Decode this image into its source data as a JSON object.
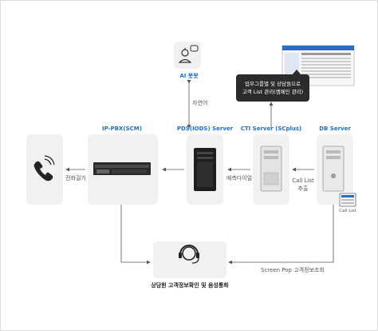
{
  "nodes": {
    "ai_bot": "AI 봇봇",
    "ipx": "IP-PBX(SCM)",
    "pds": "PDS(IODS) Server",
    "cti": "CTI Server (SCplus)",
    "db": "DB Server",
    "agent": "상담원 고객정보확인 및 음성통화"
  },
  "edges": {
    "voice_recognition": "자연어",
    "call_connect": "전화걸기",
    "predictive_dial": "예측다이얼",
    "call_list_extract_1": "Call List",
    "call_list_extract_2": "추출",
    "screen_pop": "Screen Pop 고객정보조회"
  },
  "callout": {
    "line1": "업무그룹별 및 상담원으로",
    "line2": "고객 List 관리(캠페인 관리)"
  },
  "thumb_label": "Call List",
  "colors": {
    "accent": "#1b6fd1",
    "card": "#f1f1f1",
    "line": "#555555"
  }
}
